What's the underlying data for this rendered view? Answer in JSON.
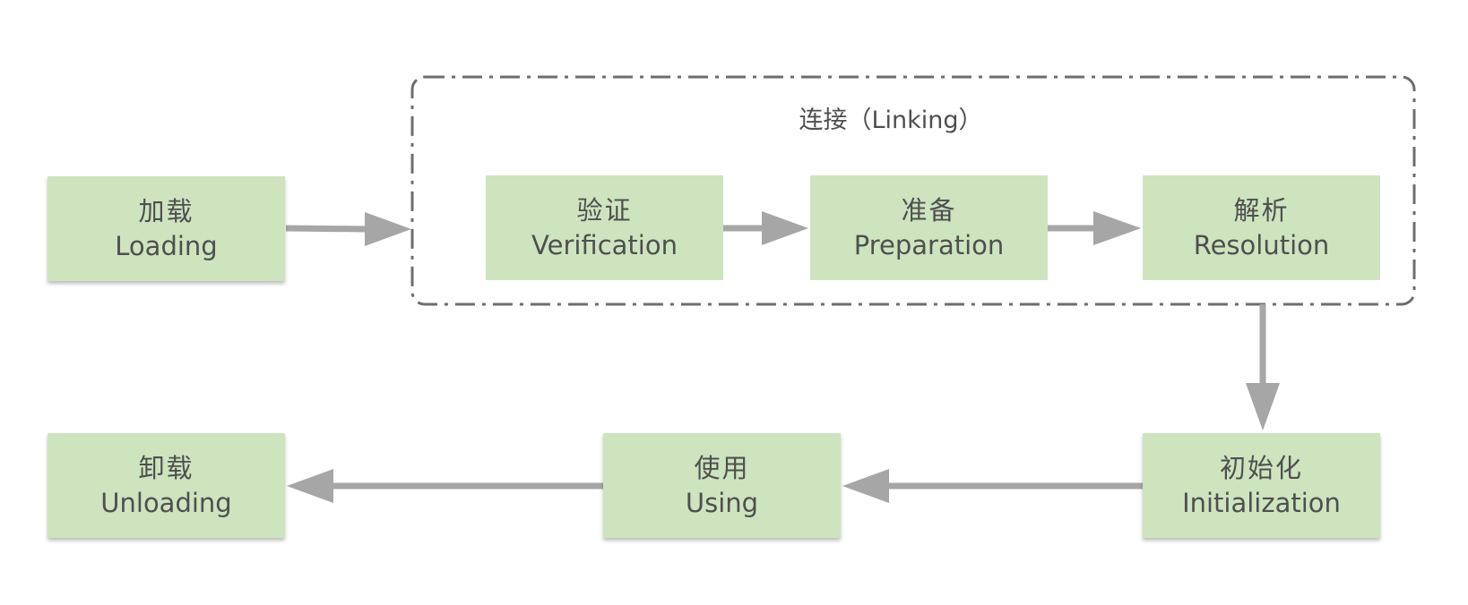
{
  "linking_group": {
    "label": "连接（Linking）"
  },
  "stages": {
    "loading": {
      "zh": "加载",
      "en": "Loading"
    },
    "verification": {
      "zh": "验证",
      "en": "Verification"
    },
    "preparation": {
      "zh": "准备",
      "en": "Preparation"
    },
    "resolution": {
      "zh": "解析",
      "en": "Resolution"
    },
    "initialization": {
      "zh": "初始化",
      "en": "Initialization"
    },
    "using": {
      "zh": "使用",
      "en": "Using"
    },
    "unloading": {
      "zh": "卸载",
      "en": "Unloading"
    }
  },
  "colors": {
    "node_fill": "#cde4bf",
    "arrow": "#a6a6a6",
    "group_border": "#6e6e6e",
    "text": "#4f4f4f"
  }
}
